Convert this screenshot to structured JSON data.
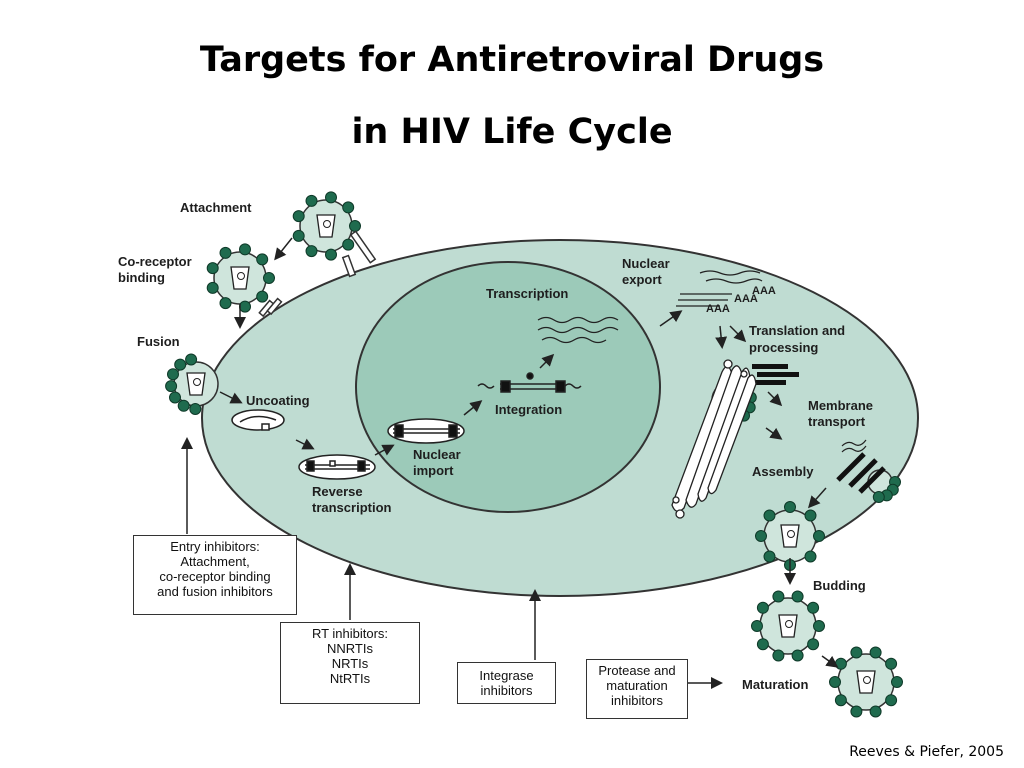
{
  "title": {
    "line1": "Targets for Antiretroviral Drugs",
    "line2": "in HIV Life Cycle"
  },
  "labels": {
    "attachment": "Attachment",
    "coreceptor_1": "Co-receptor",
    "coreceptor_2": "binding",
    "fusion": "Fusion",
    "uncoating": "Uncoating",
    "reverse_1": "Reverse",
    "reverse_2": "transcription",
    "nuclear_import_1": "Nuclear",
    "nuclear_import_2": "import",
    "integration": "Integration",
    "transcription": "Transcription",
    "nuclear_export_1": "Nuclear",
    "nuclear_export_2": "export",
    "aaa": "AAA",
    "translation_1": "Translation and",
    "translation_2": "processing",
    "membrane_1": "Membrane",
    "membrane_2": "transport",
    "assembly": "Assembly",
    "budding": "Budding",
    "maturation": "Maturation"
  },
  "boxes": {
    "entry": [
      "Entry inhibitors:",
      "Attachment,",
      "co-receptor binding",
      "and fusion inhibitors"
    ],
    "rt": [
      "RT inhibitors:",
      "NNRTIs",
      "NRTIs",
      "NtRTIs"
    ],
    "integrase": [
      "Integrase",
      "inhibitors"
    ],
    "protease": [
      "Protease and",
      "maturation",
      "inhibitors"
    ]
  },
  "credit": "Reeves & Piefer, 2005",
  "colors": {
    "cell_fill": "#bfdcd2",
    "nucleus_fill": "#9ccab9",
    "virion_spike": "#1f6b4e",
    "outline": "#222222"
  }
}
